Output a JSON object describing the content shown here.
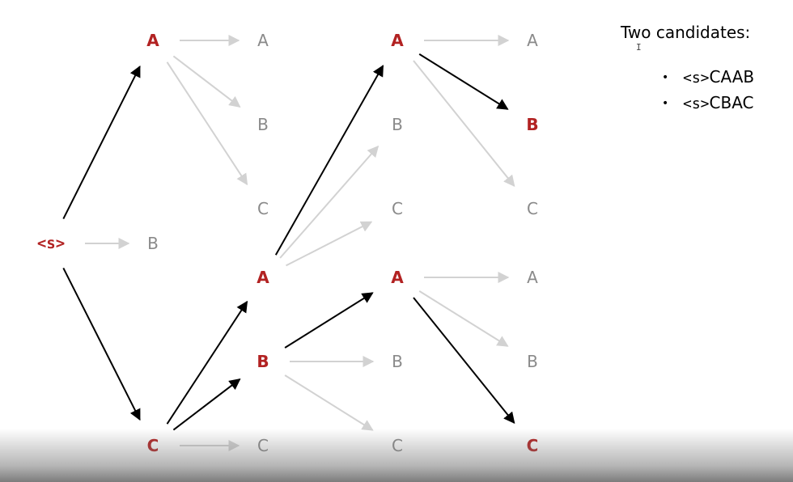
{
  "panel": {
    "title": "Two candidates:",
    "candidates": [
      {
        "token": "<s>",
        "rest": "CAAB"
      },
      {
        "token": "<s>",
        "rest": "CBAC"
      }
    ]
  },
  "colors": {
    "active_node": "#b22222",
    "dim_node": "#8a8a8a",
    "active_edge": "#000000",
    "dim_edge": "#d2d2d2"
  },
  "nodes": [
    {
      "id": "s",
      "label": "<s>",
      "state": "active",
      "start": true
    },
    {
      "id": "l1A",
      "label": "A",
      "state": "active"
    },
    {
      "id": "l1B",
      "label": "B",
      "state": "dim"
    },
    {
      "id": "l1C",
      "label": "C",
      "state": "active"
    },
    {
      "id": "l2aA",
      "label": "A",
      "state": "dim"
    },
    {
      "id": "l2aB",
      "label": "B",
      "state": "dim"
    },
    {
      "id": "l2aC",
      "label": "C",
      "state": "dim"
    },
    {
      "id": "l2bA",
      "label": "A",
      "state": "active"
    },
    {
      "id": "l2bB",
      "label": "B",
      "state": "active"
    },
    {
      "id": "l2bC",
      "label": "C",
      "state": "dim"
    },
    {
      "id": "l3aA",
      "label": "A",
      "state": "active"
    },
    {
      "id": "l3aB",
      "label": "B",
      "state": "dim"
    },
    {
      "id": "l3aC",
      "label": "C",
      "state": "dim"
    },
    {
      "id": "l3bA",
      "label": "A",
      "state": "active"
    },
    {
      "id": "l3bB",
      "label": "B",
      "state": "dim"
    },
    {
      "id": "l3bC",
      "label": "C",
      "state": "dim"
    },
    {
      "id": "l4aA",
      "label": "A",
      "state": "dim"
    },
    {
      "id": "l4aB",
      "label": "B",
      "state": "active"
    },
    {
      "id": "l4aC",
      "label": "C",
      "state": "dim"
    },
    {
      "id": "l4bA",
      "label": "A",
      "state": "dim"
    },
    {
      "id": "l4bB",
      "label": "B",
      "state": "dim"
    },
    {
      "id": "l4bC",
      "label": "C",
      "state": "active"
    }
  ],
  "edges": [
    {
      "from": "s",
      "to": "l1A",
      "state": "active"
    },
    {
      "from": "s",
      "to": "l1B",
      "state": "dim"
    },
    {
      "from": "s",
      "to": "l1C",
      "state": "active"
    },
    {
      "from": "l1A",
      "to": "l2aA",
      "state": "dim"
    },
    {
      "from": "l1A",
      "to": "l2aB",
      "state": "dim"
    },
    {
      "from": "l1A",
      "to": "l2aC",
      "state": "dim"
    },
    {
      "from": "l1C",
      "to": "l2bA",
      "state": "active"
    },
    {
      "from": "l1C",
      "to": "l2bB",
      "state": "active"
    },
    {
      "from": "l1C",
      "to": "l2bC",
      "state": "dim"
    },
    {
      "from": "l2bA",
      "to": "l3aA",
      "state": "active"
    },
    {
      "from": "l2bA",
      "to": "l3aB",
      "state": "dim"
    },
    {
      "from": "l2bA",
      "to": "l3aC",
      "state": "dim"
    },
    {
      "from": "l2bB",
      "to": "l3bA",
      "state": "active"
    },
    {
      "from": "l2bB",
      "to": "l3bB",
      "state": "dim"
    },
    {
      "from": "l2bB",
      "to": "l3bC",
      "state": "dim"
    },
    {
      "from": "l3aA",
      "to": "l4aA",
      "state": "dim"
    },
    {
      "from": "l3aA",
      "to": "l4aB",
      "state": "active"
    },
    {
      "from": "l3aA",
      "to": "l4aC",
      "state": "dim"
    },
    {
      "from": "l3bA",
      "to": "l4bA",
      "state": "dim"
    },
    {
      "from": "l3bA",
      "to": "l4bB",
      "state": "dim"
    },
    {
      "from": "l3bA",
      "to": "l4bC",
      "state": "active"
    }
  ]
}
